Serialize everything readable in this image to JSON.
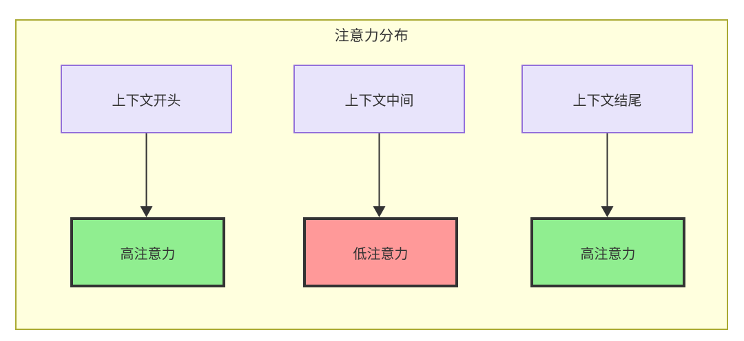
{
  "diagram": {
    "title": "注意力分布",
    "container": {
      "border_color": "#aaaa33",
      "fill_color": "#ffffde"
    },
    "nodes": {
      "top": [
        {
          "id": "context-start",
          "label": "上下文开头",
          "fill": "#e8e4fb",
          "border": "#9370db"
        },
        {
          "id": "context-middle",
          "label": "上下文中间",
          "fill": "#e8e4fb",
          "border": "#9370db"
        },
        {
          "id": "context-end",
          "label": "上下文结尾",
          "fill": "#e8e4fb",
          "border": "#9370db"
        }
      ],
      "bottom": [
        {
          "id": "high-attention-start",
          "label": "高注意力",
          "fill": "#90ee90",
          "border": "#333333"
        },
        {
          "id": "low-attention-middle",
          "label": "低注意力",
          "fill": "#ff9999",
          "border": "#333333"
        },
        {
          "id": "high-attention-end",
          "label": "高注意力",
          "fill": "#90ee90",
          "border": "#333333"
        }
      ]
    },
    "edges": [
      {
        "from": "context-start",
        "to": "high-attention-start",
        "label": ""
      },
      {
        "from": "context-middle",
        "to": "low-attention-middle",
        "label": ""
      },
      {
        "from": "context-end",
        "to": "high-attention-end",
        "label": ""
      }
    ]
  }
}
